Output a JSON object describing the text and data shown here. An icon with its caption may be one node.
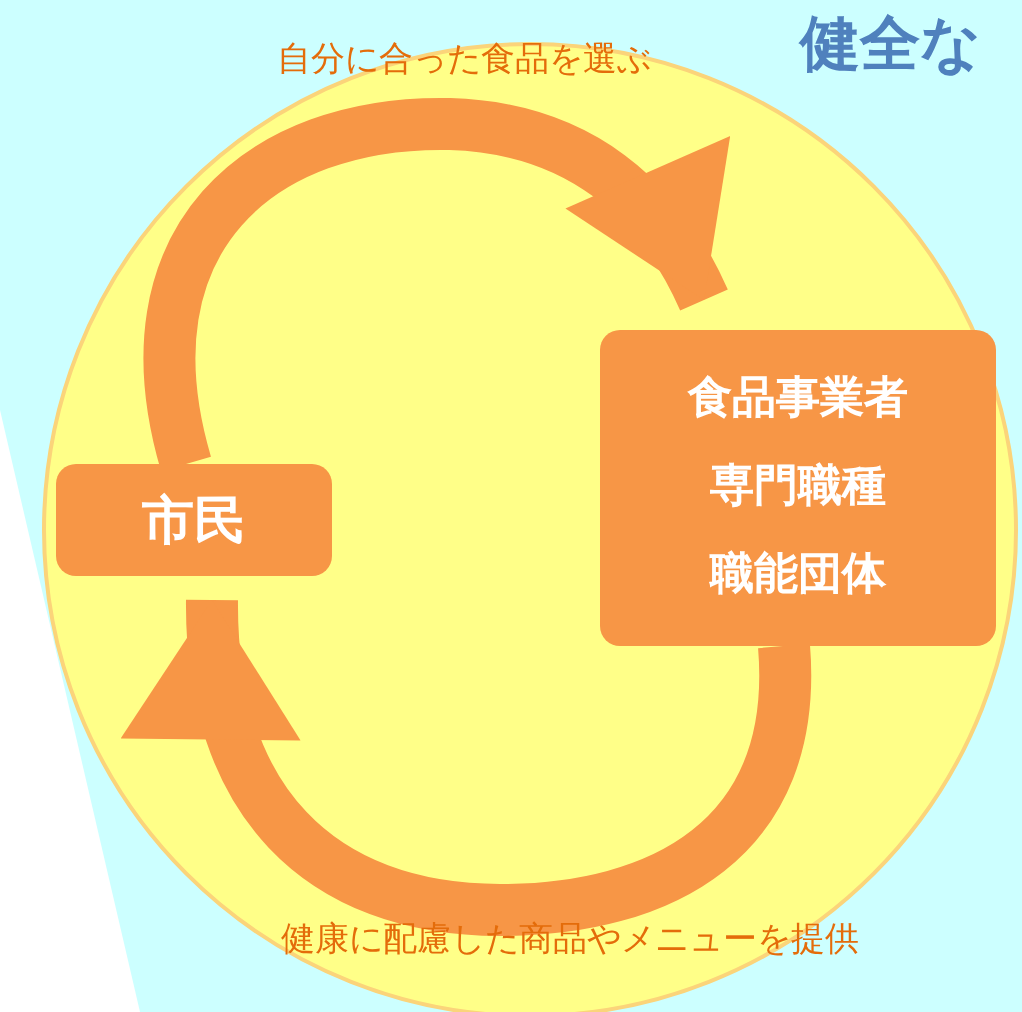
{
  "diagram": {
    "title": "健全な",
    "nodes": [
      {
        "text": [
          "市民"
        ]
      },
      {
        "text": [
          "食品事業者",
          "専門職種",
          "職能団体"
        ]
      }
    ],
    "edges": [
      {
        "from": 0,
        "to": 1,
        "arrow": "to",
        "label": "自分に合った食品を選ぶ"
      },
      {
        "from": 1,
        "to": 0,
        "arrow": "to",
        "label": "健康に配慮した商品やメニューを提供"
      }
    ]
  }
}
